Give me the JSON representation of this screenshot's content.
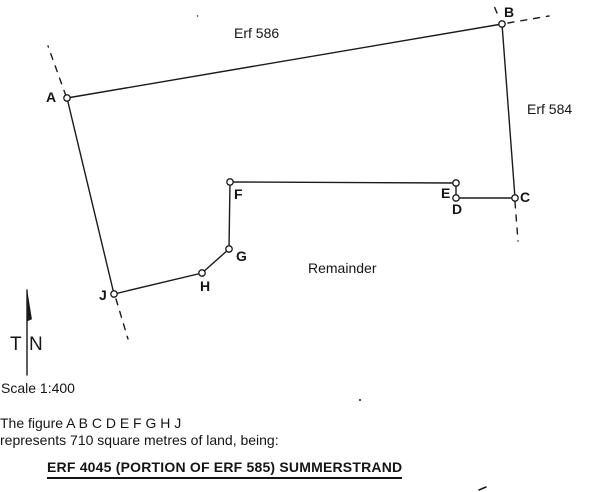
{
  "diagram": {
    "vertex_labels": {
      "A": "A",
      "B": "B",
      "C": "C",
      "D": "D",
      "E": "E",
      "F": "F",
      "G": "G",
      "H": "H",
      "J": "J"
    },
    "adjacent_parcels": {
      "top": "Erf 586",
      "right": "Erf 584",
      "inside": "Remainder"
    },
    "north_arrow": {
      "t": "T",
      "n": "N"
    },
    "scale_label": "Scale 1:400",
    "caption": {
      "line1": "The figure A B C D E F G H J",
      "line2": "represents 710 square metres of land, being:"
    },
    "title": "ERF 4045 (PORTION OF ERF 585) SUMMERSTRAND",
    "colors": {
      "ink": "#151515",
      "paper": "#ffffff"
    }
  }
}
